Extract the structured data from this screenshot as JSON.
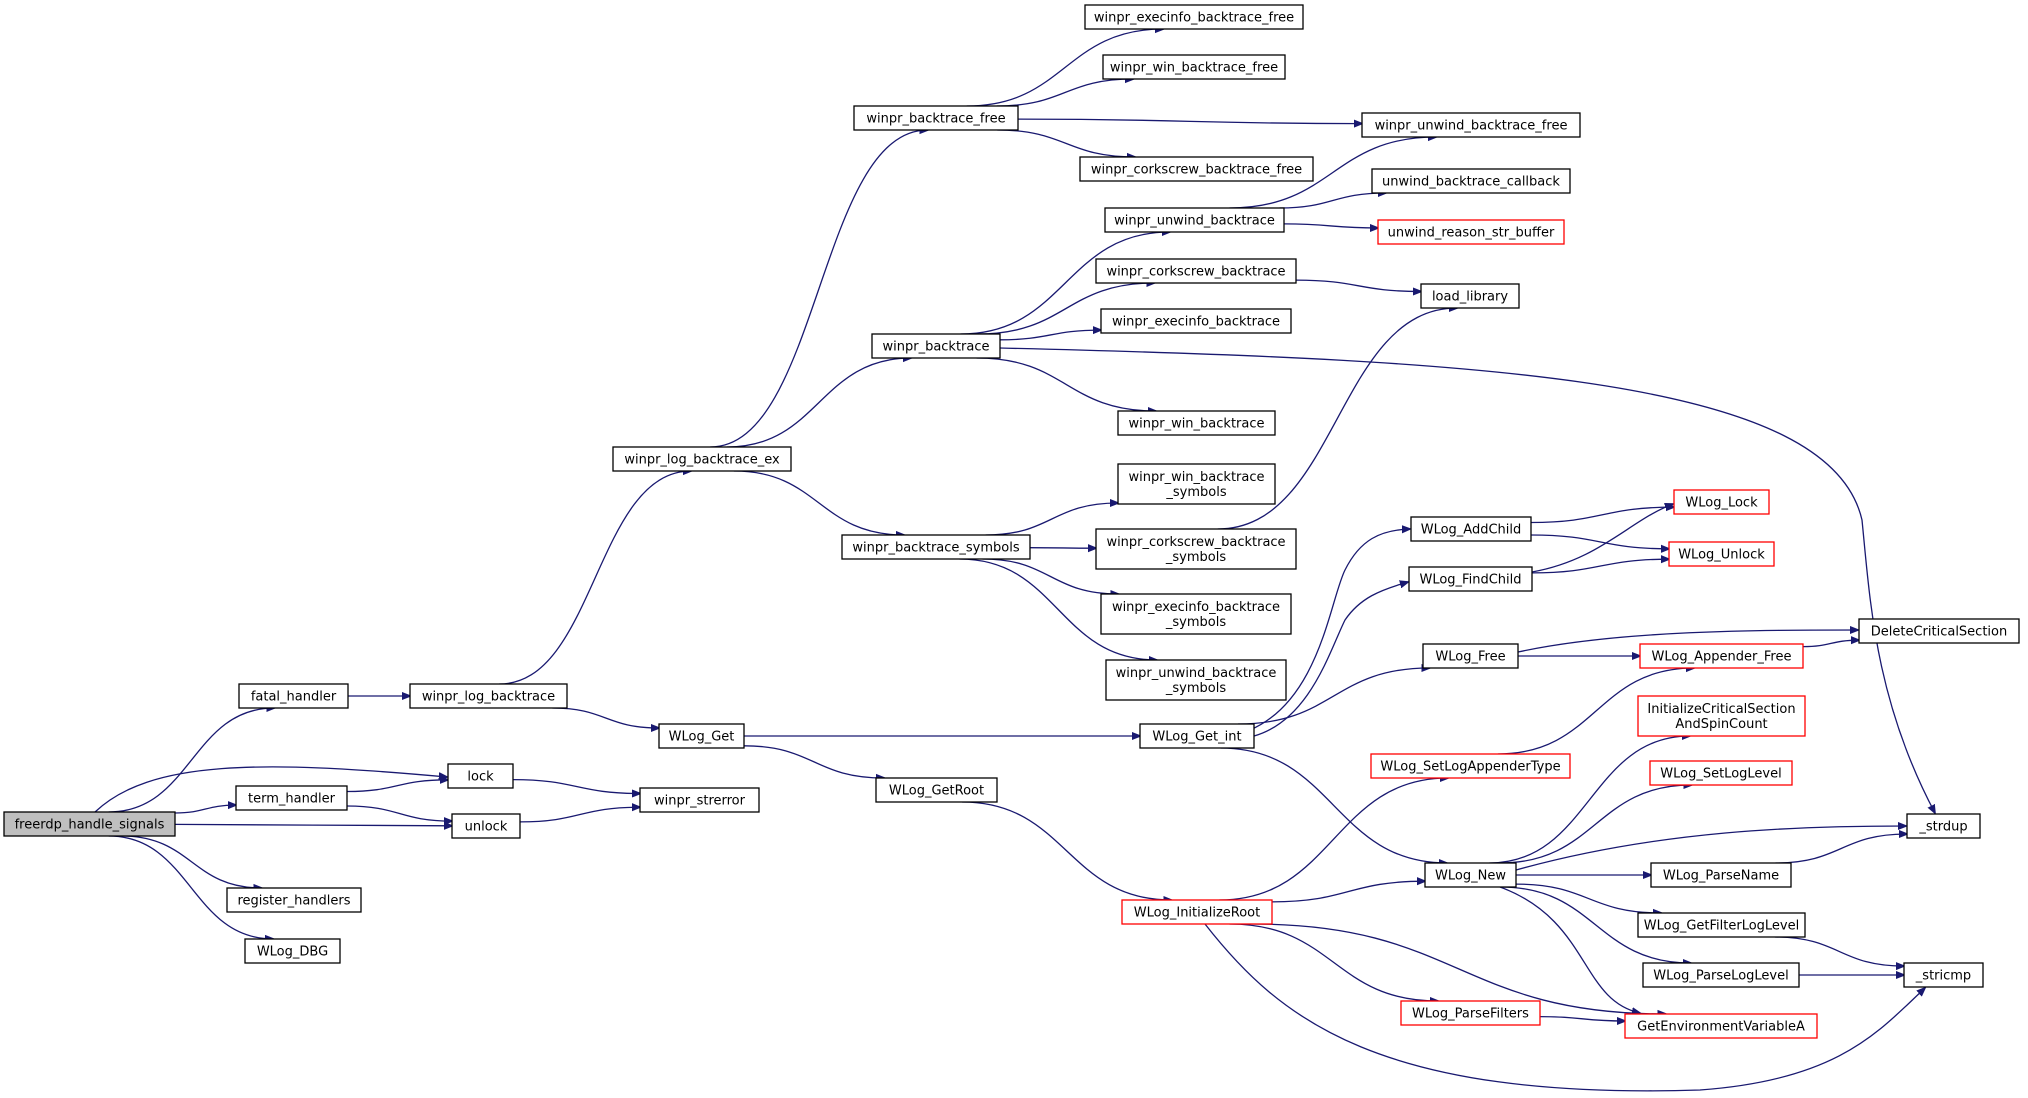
{
  "nodes": [
    {
      "id": "freerdp_handle_signals",
      "lines": [
        "freerdp_handle_signals"
      ],
      "style": "root"
    },
    {
      "id": "fatal_handler",
      "lines": [
        "fatal_handler"
      ],
      "style": "normal"
    },
    {
      "id": "lock",
      "lines": [
        "lock"
      ],
      "style": "normal"
    },
    {
      "id": "term_handler",
      "lines": [
        "term_handler"
      ],
      "style": "normal"
    },
    {
      "id": "unlock",
      "lines": [
        "unlock"
      ],
      "style": "normal"
    },
    {
      "id": "register_handlers",
      "lines": [
        "register_handlers"
      ],
      "style": "normal"
    },
    {
      "id": "WLog_DBG",
      "lines": [
        "WLog_DBG"
      ],
      "style": "normal"
    },
    {
      "id": "winpr_log_backtrace",
      "lines": [
        "winpr_log_backtrace"
      ],
      "style": "normal"
    },
    {
      "id": "winpr_strerror",
      "lines": [
        "winpr_strerror"
      ],
      "style": "normal"
    },
    {
      "id": "winpr_log_backtrace_ex",
      "lines": [
        "winpr_log_backtrace_ex"
      ],
      "style": "normal"
    },
    {
      "id": "WLog_Get",
      "lines": [
        "WLog_Get"
      ],
      "style": "normal"
    },
    {
      "id": "winpr_backtrace_free",
      "lines": [
        "winpr_backtrace_free"
      ],
      "style": "normal"
    },
    {
      "id": "winpr_backtrace",
      "lines": [
        "winpr_backtrace"
      ],
      "style": "normal"
    },
    {
      "id": "winpr_backtrace_symbols",
      "lines": [
        "winpr_backtrace_symbols"
      ],
      "style": "normal"
    },
    {
      "id": "WLog_GetRoot",
      "lines": [
        "WLog_GetRoot"
      ],
      "style": "normal"
    },
    {
      "id": "winpr_execinfo_backtrace_free",
      "lines": [
        "winpr_execinfo_backtrace_free"
      ],
      "style": "normal"
    },
    {
      "id": "winpr_win_backtrace_free",
      "lines": [
        "winpr_win_backtrace_free"
      ],
      "style": "normal"
    },
    {
      "id": "winpr_corkscrew_backtrace_free",
      "lines": [
        "winpr_corkscrew_backtrace_free"
      ],
      "style": "normal"
    },
    {
      "id": "winpr_unwind_backtrace",
      "lines": [
        "winpr_unwind_backtrace"
      ],
      "style": "normal"
    },
    {
      "id": "winpr_corkscrew_backtrace",
      "lines": [
        "winpr_corkscrew_backtrace"
      ],
      "style": "normal"
    },
    {
      "id": "winpr_execinfo_backtrace",
      "lines": [
        "winpr_execinfo_backtrace"
      ],
      "style": "normal"
    },
    {
      "id": "winpr_win_backtrace",
      "lines": [
        "winpr_win_backtrace"
      ],
      "style": "normal"
    },
    {
      "id": "winpr_win_backtrace_symbols",
      "lines": [
        "winpr_win_backtrace",
        "_symbols"
      ],
      "style": "normal"
    },
    {
      "id": "winpr_corkscrew_backtrace_symbols",
      "lines": [
        "winpr_corkscrew_backtrace",
        "_symbols"
      ],
      "style": "normal"
    },
    {
      "id": "winpr_execinfo_backtrace_symbols",
      "lines": [
        "winpr_execinfo_backtrace",
        "_symbols"
      ],
      "style": "normal"
    },
    {
      "id": "winpr_unwind_backtrace_symbols",
      "lines": [
        "winpr_unwind_backtrace",
        "_symbols"
      ],
      "style": "normal"
    },
    {
      "id": "WLog_Get_int",
      "lines": [
        "WLog_Get_int"
      ],
      "style": "normal"
    },
    {
      "id": "WLog_InitializeRoot",
      "lines": [
        "WLog_InitializeRoot"
      ],
      "style": "red"
    },
    {
      "id": "winpr_unwind_backtrace_free",
      "lines": [
        "winpr_unwind_backtrace_free"
      ],
      "style": "normal"
    },
    {
      "id": "unwind_backtrace_callback",
      "lines": [
        "unwind_backtrace_callback"
      ],
      "style": "normal"
    },
    {
      "id": "unwind_reason_str_buffer",
      "lines": [
        "unwind_reason_str_buffer"
      ],
      "style": "red"
    },
    {
      "id": "load_library",
      "lines": [
        "load_library"
      ],
      "style": "normal"
    },
    {
      "id": "WLog_AddChild",
      "lines": [
        "WLog_AddChild"
      ],
      "style": "normal"
    },
    {
      "id": "WLog_FindChild",
      "lines": [
        "WLog_FindChild"
      ],
      "style": "normal"
    },
    {
      "id": "WLog_Free",
      "lines": [
        "WLog_Free"
      ],
      "style": "normal"
    },
    {
      "id": "WLog_SetLogAppenderType",
      "lines": [
        "WLog_SetLogAppenderType"
      ],
      "style": "red"
    },
    {
      "id": "WLog_New",
      "lines": [
        "WLog_New"
      ],
      "style": "normal"
    },
    {
      "id": "WLog_ParseFilters",
      "lines": [
        "WLog_ParseFilters"
      ],
      "style": "red"
    },
    {
      "id": "WLog_Lock",
      "lines": [
        "WLog_Lock"
      ],
      "style": "red"
    },
    {
      "id": "WLog_Unlock",
      "lines": [
        "WLog_Unlock"
      ],
      "style": "red"
    },
    {
      "id": "WLog_Appender_Free",
      "lines": [
        "WLog_Appender_Free"
      ],
      "style": "red"
    },
    {
      "id": "InitializeCriticalSectionAndSpinCount",
      "lines": [
        "InitializeCriticalSection",
        "AndSpinCount"
      ],
      "style": "red"
    },
    {
      "id": "WLog_SetLogLevel",
      "lines": [
        "WLog_SetLogLevel"
      ],
      "style": "red"
    },
    {
      "id": "WLog_ParseName",
      "lines": [
        "WLog_ParseName"
      ],
      "style": "normal"
    },
    {
      "id": "WLog_GetFilterLogLevel",
      "lines": [
        "WLog_GetFilterLogLevel"
      ],
      "style": "normal"
    },
    {
      "id": "WLog_ParseLogLevel",
      "lines": [
        "WLog_ParseLogLevel"
      ],
      "style": "normal"
    },
    {
      "id": "GetEnvironmentVariableA",
      "lines": [
        "GetEnvironmentVariableA"
      ],
      "style": "red"
    },
    {
      "id": "DeleteCriticalSection",
      "lines": [
        "DeleteCriticalSection"
      ],
      "style": "normal"
    },
    {
      "id": "_strdup",
      "lines": [
        "_strdup"
      ],
      "style": "normal"
    },
    {
      "id": "_stricmp",
      "lines": [
        "_stricmp"
      ],
      "style": "normal"
    }
  ],
  "edges": [
    [
      "freerdp_handle_signals",
      "fatal_handler"
    ],
    [
      "freerdp_handle_signals",
      "lock"
    ],
    [
      "freerdp_handle_signals",
      "term_handler"
    ],
    [
      "freerdp_handle_signals",
      "unlock"
    ],
    [
      "freerdp_handle_signals",
      "register_handlers"
    ],
    [
      "freerdp_handle_signals",
      "WLog_DBG"
    ],
    [
      "fatal_handler",
      "winpr_log_backtrace"
    ],
    [
      "term_handler",
      "lock"
    ],
    [
      "term_handler",
      "unlock"
    ],
    [
      "lock",
      "winpr_strerror"
    ],
    [
      "unlock",
      "winpr_strerror"
    ],
    [
      "winpr_log_backtrace",
      "winpr_log_backtrace_ex"
    ],
    [
      "winpr_log_backtrace",
      "WLog_Get"
    ],
    [
      "winpr_log_backtrace_ex",
      "winpr_backtrace_free"
    ],
    [
      "winpr_log_backtrace_ex",
      "winpr_backtrace"
    ],
    [
      "winpr_log_backtrace_ex",
      "winpr_backtrace_symbols"
    ],
    [
      "WLog_Get",
      "WLog_Get_int"
    ],
    [
      "WLog_Get",
      "WLog_GetRoot"
    ],
    [
      "WLog_GetRoot",
      "WLog_InitializeRoot"
    ],
    [
      "winpr_backtrace_free",
      "winpr_execinfo_backtrace_free"
    ],
    [
      "winpr_backtrace_free",
      "winpr_win_backtrace_free"
    ],
    [
      "winpr_backtrace_free",
      "winpr_unwind_backtrace_free"
    ],
    [
      "winpr_backtrace_free",
      "winpr_corkscrew_backtrace_free"
    ],
    [
      "winpr_backtrace",
      "winpr_unwind_backtrace"
    ],
    [
      "winpr_backtrace",
      "winpr_corkscrew_backtrace"
    ],
    [
      "winpr_backtrace",
      "winpr_execinfo_backtrace"
    ],
    [
      "winpr_backtrace",
      "winpr_win_backtrace"
    ],
    [
      "winpr_backtrace",
      "_strdup"
    ],
    [
      "winpr_backtrace_symbols",
      "winpr_win_backtrace_symbols"
    ],
    [
      "winpr_backtrace_symbols",
      "winpr_corkscrew_backtrace_symbols"
    ],
    [
      "winpr_backtrace_symbols",
      "winpr_execinfo_backtrace_symbols"
    ],
    [
      "winpr_backtrace_symbols",
      "winpr_unwind_backtrace_symbols"
    ],
    [
      "winpr_unwind_backtrace",
      "winpr_unwind_backtrace_free"
    ],
    [
      "winpr_unwind_backtrace",
      "unwind_backtrace_callback"
    ],
    [
      "winpr_unwind_backtrace",
      "unwind_reason_str_buffer"
    ],
    [
      "winpr_corkscrew_backtrace",
      "load_library"
    ],
    [
      "winpr_corkscrew_backtrace_symbols",
      "load_library"
    ],
    [
      "WLog_Get_int",
      "WLog_AddChild"
    ],
    [
      "WLog_Get_int",
      "WLog_FindChild"
    ],
    [
      "WLog_Get_int",
      "WLog_Free"
    ],
    [
      "WLog_Get_int",
      "WLog_New"
    ],
    [
      "WLog_AddChild",
      "WLog_Lock"
    ],
    [
      "WLog_AddChild",
      "WLog_Unlock"
    ],
    [
      "WLog_FindChild",
      "WLog_Lock"
    ],
    [
      "WLog_FindChild",
      "WLog_Unlock"
    ],
    [
      "WLog_Free",
      "DeleteCriticalSection"
    ],
    [
      "WLog_Free",
      "WLog_Appender_Free"
    ],
    [
      "WLog_Appender_Free",
      "DeleteCriticalSection"
    ],
    [
      "WLog_InitializeRoot",
      "WLog_SetLogAppenderType"
    ],
    [
      "WLog_InitializeRoot",
      "WLog_New"
    ],
    [
      "WLog_InitializeRoot",
      "WLog_ParseFilters"
    ],
    [
      "WLog_InitializeRoot",
      "GetEnvironmentVariableA"
    ],
    [
      "WLog_InitializeRoot",
      "_stricmp"
    ],
    [
      "WLog_SetLogAppenderType",
      "WLog_Appender_Free"
    ],
    [
      "WLog_New",
      "InitializeCriticalSectionAndSpinCount"
    ],
    [
      "WLog_New",
      "WLog_SetLogLevel"
    ],
    [
      "WLog_New",
      "_strdup"
    ],
    [
      "WLog_New",
      "WLog_ParseName"
    ],
    [
      "WLog_New",
      "WLog_GetFilterLogLevel"
    ],
    [
      "WLog_New",
      "WLog_ParseLogLevel"
    ],
    [
      "WLog_New",
      "GetEnvironmentVariableA"
    ],
    [
      "WLog_ParseName",
      "_strdup"
    ],
    [
      "WLog_GetFilterLogLevel",
      "_stricmp"
    ],
    [
      "WLog_ParseLogLevel",
      "_stricmp"
    ],
    [
      "WLog_ParseFilters",
      "GetEnvironmentVariableA"
    ]
  ],
  "colors": {
    "edge": "#191970",
    "node_border": "#000000",
    "node_border_incomplete": "#ff0000",
    "root_fill": "#bfbfbf",
    "node_fill": "#ffffff"
  }
}
